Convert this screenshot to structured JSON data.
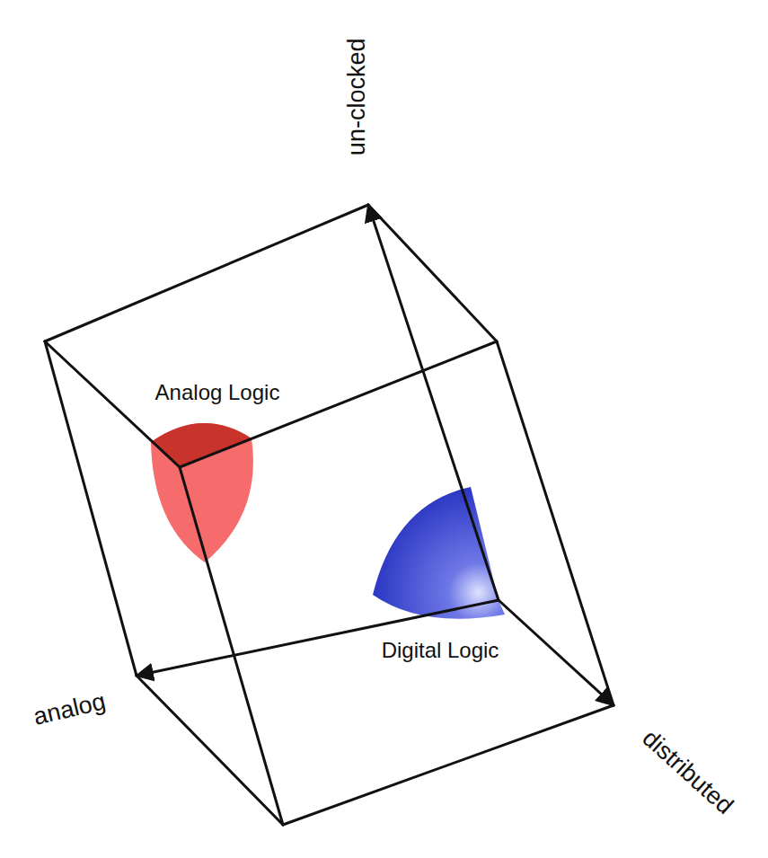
{
  "diagram": {
    "labels": [
      "un-clocked",
      "Analog Logic",
      "Digital Logic",
      "analog",
      "distributed"
    ]
  }
}
